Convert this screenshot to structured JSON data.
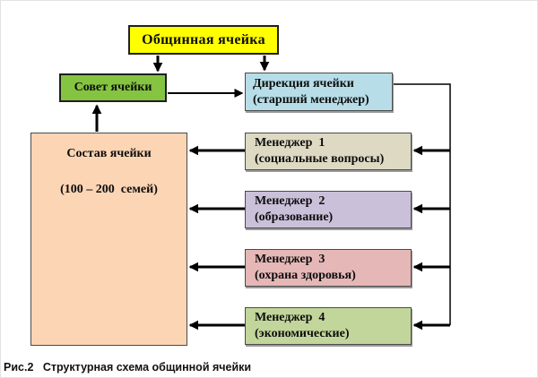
{
  "boxes": {
    "root": {
      "label": "Общинная ячейка",
      "fill": "#FFFF00"
    },
    "council": {
      "label": "Совет ячейки",
      "fill": "#84C441"
    },
    "direction": {
      "line1": "Дирекция ячейки",
      "line2": "(старший менеджер)",
      "fill": "#B7DEE8"
    },
    "composition": {
      "line1": "Состав ячейки",
      "line2": "(100 – 200  семей)",
      "fill": "#FCD5B4"
    },
    "managers": [
      {
        "line1": "Менеджер  1",
        "line2": "(социальные вопросы)",
        "fill": "#DDD9C3"
      },
      {
        "line1": "Менеджер  2",
        "line2": "(образование)",
        "fill": "#CBC0DA"
      },
      {
        "line1": "Менеджер  3",
        "line2": "(охрана здоровья)",
        "fill": "#E5B8B7"
      },
      {
        "line1": "Менеджер  4",
        "line2": "(экономические)",
        "fill": "#C2D69B"
      }
    ]
  },
  "caption": "Рис.2   Структурная схема общинной ячейки",
  "colors": {
    "arrow": "#000000",
    "box_border": "#1f1f1f"
  }
}
